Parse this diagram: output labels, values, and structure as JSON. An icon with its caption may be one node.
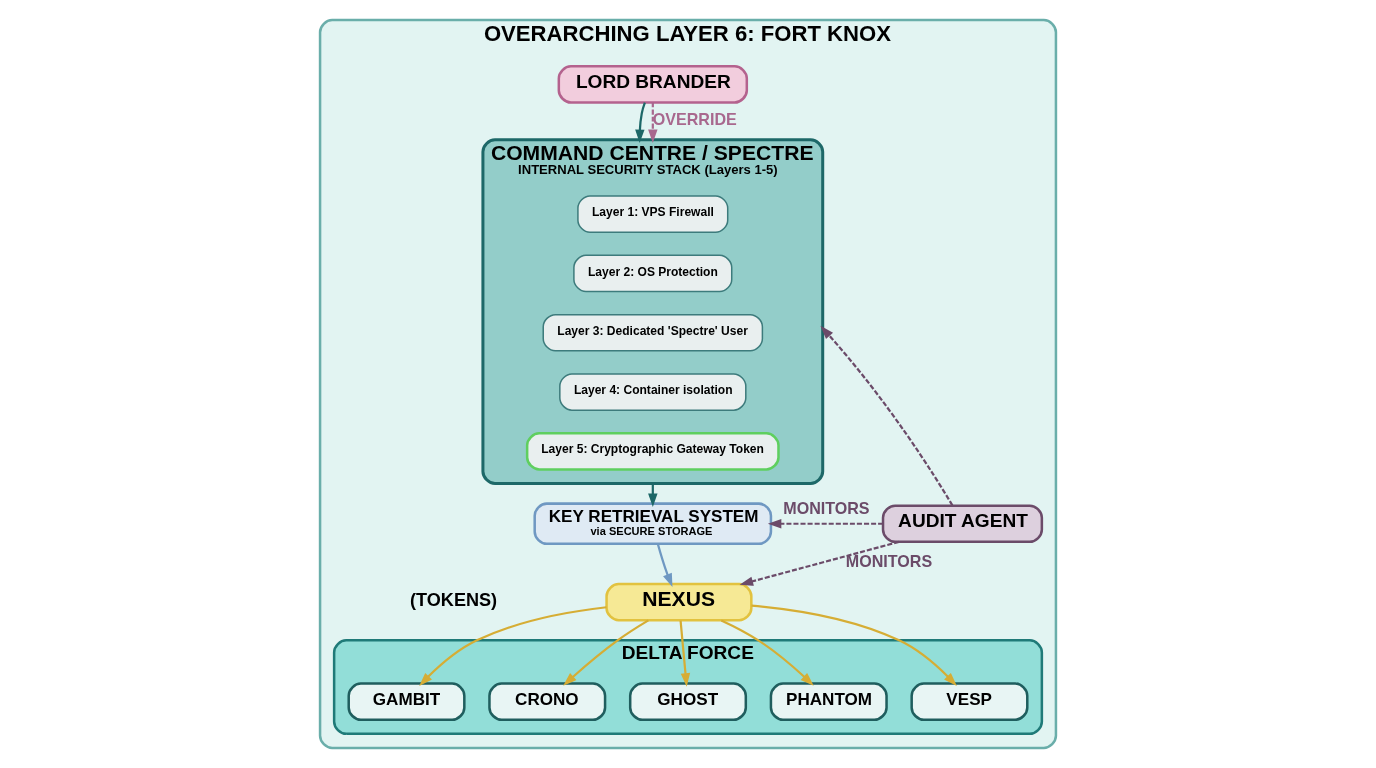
{
  "diagram": {
    "nodes": [
      {
        "text": [
          "OVERARCHING LAYER 6: FORT KNOX"
        ]
      },
      {
        "text": [
          "LORD BRANDER"
        ],
        "in": 0
      },
      {
        "text": [
          "COMMAND CENTRE / SPECTRE",
          "INTERNAL SECURITY STACK (Layers 1-5)"
        ],
        "in": 0
      },
      {
        "text": [
          "Layer 1: VPS Firewall"
        ],
        "in": 2
      },
      {
        "text": [
          "Layer 2: OS Protection"
        ],
        "in": 2
      },
      {
        "text": [
          "Layer 3: Dedicated 'Spectre' User"
        ],
        "in": 2
      },
      {
        "text": [
          "Layer 4: Container isolation"
        ],
        "in": 2
      },
      {
        "text": [
          "Layer 5: Cryptographic Gateway Token"
        ],
        "in": 2
      },
      {
        "text": [
          "KEY RETRIEVAL SYSTEM",
          "via SECURE STORAGE"
        ],
        "in": 0
      },
      {
        "text": [
          "AUDIT AGENT"
        ],
        "in": 0
      },
      {
        "text": [
          "NEXUS"
        ],
        "in": 0
      },
      {
        "text": [
          "DELTA FORCE"
        ],
        "in": 0
      },
      {
        "text": [
          "GAMBIT"
        ],
        "in": 11
      },
      {
        "text": [
          "CRONO"
        ],
        "in": 11
      },
      {
        "text": [
          "GHOST"
        ],
        "in": 11
      },
      {
        "text": [
          "PHANTOM"
        ],
        "in": 11
      },
      {
        "text": [
          "VESP"
        ],
        "in": 11
      }
    ],
    "edges": [
      {
        "from": 1,
        "to": 2,
        "arrow": "to",
        "color": "#1d6868"
      },
      {
        "from": 1,
        "to": 2,
        "arrow": "to",
        "label": "OVERRIDE",
        "style": "dashed",
        "color": "#a8688e"
      },
      {
        "from": 9,
        "to": 2,
        "arrow": "to",
        "style": "dashed",
        "color": "#6b4b69"
      },
      {
        "from": 2,
        "to": 8,
        "arrow": "to",
        "color": "#1d6868"
      },
      {
        "from": 9,
        "to": 8,
        "arrow": "to",
        "label": "MONITORS",
        "style": "dashed",
        "color": "#6b4b69"
      },
      {
        "from": 8,
        "to": 10,
        "arrow": "to",
        "color": "#6f98c2"
      },
      {
        "from": 9,
        "to": 10,
        "arrow": "to",
        "label": "MONITORS",
        "style": "dashed",
        "color": "#6b4b69"
      },
      {
        "from": 10,
        "to": 12,
        "arrow": "to"
      },
      {
        "from": 10,
        "to": 13,
        "arrow": "to"
      },
      {
        "from": 10,
        "to": 14,
        "arrow": "to"
      },
      {
        "from": 10,
        "to": 15,
        "arrow": "to"
      },
      {
        "from": 10,
        "to": 16,
        "arrow": "to"
      }
    ],
    "labels": [
      "(TOKENS)"
    ]
  }
}
